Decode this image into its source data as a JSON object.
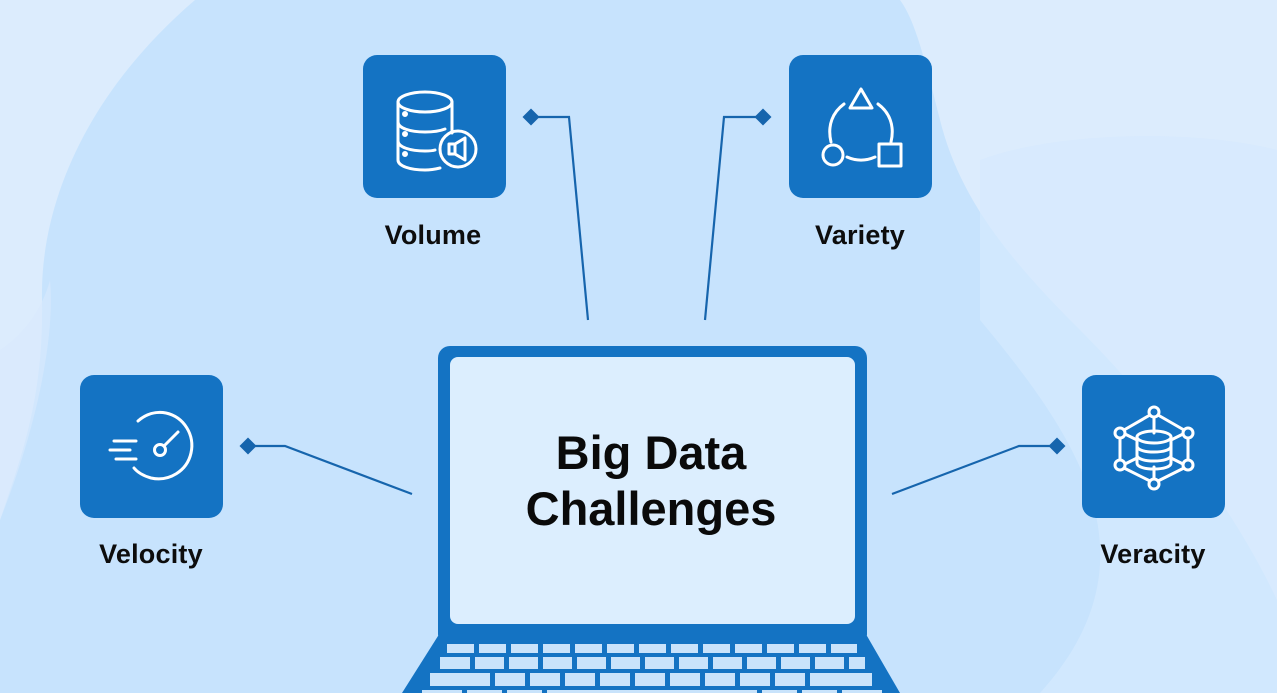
{
  "diagram": {
    "title_line1": "Big Data",
    "title_line2": "Challenges",
    "colors": {
      "background_light": "#dcecfd",
      "background_mid": "#c7e3fd",
      "accent_blue": "#1473c3",
      "screen_fill": "#dceefe",
      "text": "#0d0d0d"
    },
    "nodes": [
      {
        "id": "volume",
        "label": "Volume",
        "icon": "database-speaker-icon"
      },
      {
        "id": "variety",
        "label": "Variety",
        "icon": "shapes-cycle-icon"
      },
      {
        "id": "velocity",
        "label": "Velocity",
        "icon": "speedometer-icon"
      },
      {
        "id": "veracity",
        "label": "Veracity",
        "icon": "network-database-icon"
      }
    ]
  }
}
